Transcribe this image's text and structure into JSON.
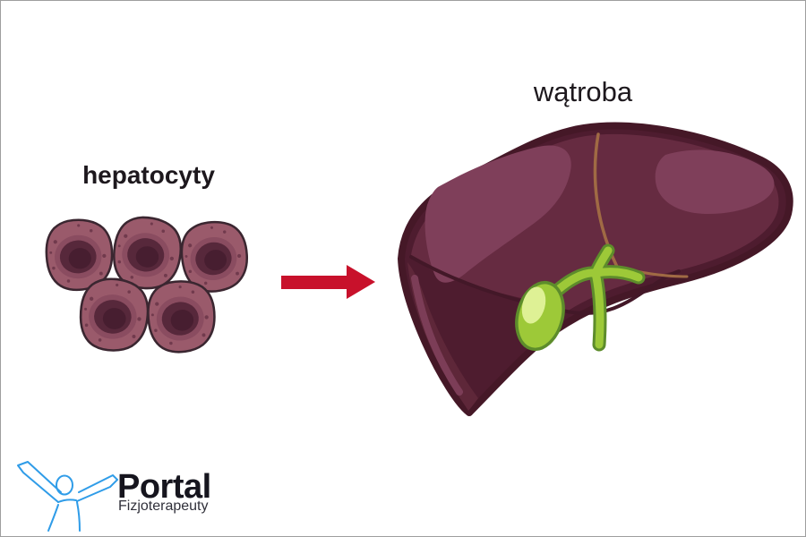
{
  "page": {
    "background": "#ffffff",
    "border_color": "#9e9e9e"
  },
  "labels": {
    "cells": "hepatocyty",
    "organ": "wątroba"
  },
  "logo": {
    "brand": "Portal",
    "subtitle": "Fizjoterapeuty"
  },
  "diagram": {
    "cells_count": 5,
    "arrow_direction": "right"
  },
  "colors": {
    "page_bg": "#ffffff",
    "page_border": "#9e9e9e",
    "text_dark": "#1d181d",
    "arrow_red": "#c8112b",
    "cell_body": "#9a5a6b",
    "cell_outline": "#3a2630",
    "cell_ring": "#8a4c60",
    "cell_nucleus": "#57283b",
    "cell_nucleus_inner": "#471e30",
    "cell_dot": "#713a4d",
    "liver_base": "#4e1c2f",
    "liver_outline": "#451827",
    "liver_body": "#662b41",
    "liver_highlight": "#7f3f5a",
    "liver_shadow": "#431828",
    "liver_wedge": "#5e2739",
    "liver_streak": "#7c3d57",
    "ligament": "#a06a44",
    "gb_green": "#9dc938",
    "gb_outline": "#5d8c2b",
    "gb_highlight": "#def195",
    "logo_blue": "#2f9ce8",
    "logo_text": "#16151e",
    "logo_subtext": "#30303a"
  }
}
